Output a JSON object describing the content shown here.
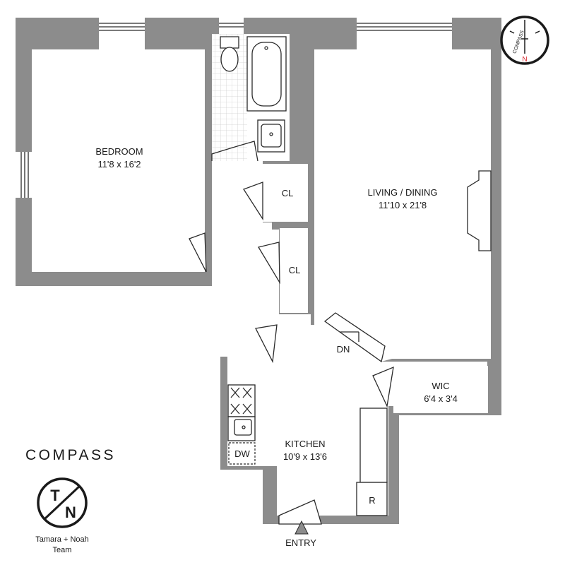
{
  "rooms": {
    "bedroom": {
      "name": "BEDROOM",
      "size": "11'8 x 16'2"
    },
    "living": {
      "name": "LIVING / DINING",
      "size": "11'10 x 21'8"
    },
    "kitchen": {
      "name": "KITCHEN",
      "size": "10'9 x 13'6"
    },
    "wic": {
      "name": "WIC",
      "size": "6'4 x 3'4"
    },
    "closet1": {
      "name": "CL"
    },
    "closet2": {
      "name": "CL"
    }
  },
  "appliances": {
    "dishwasher": "DW",
    "refrigerator": "R"
  },
  "labels": {
    "stairs_down": "DN",
    "entry": "ENTRY"
  },
  "compass": {
    "text": "COMPASS",
    "north": "N"
  },
  "branding": {
    "logo_text": "COMPASS",
    "team_mark_top": "T",
    "team_mark_bottom": "N",
    "team_line1": "Tamara + Noah",
    "team_line2": "Team"
  },
  "colors": {
    "wall": "#8c8c8c",
    "line": "#2a2a2a",
    "north": "#d8232a"
  }
}
